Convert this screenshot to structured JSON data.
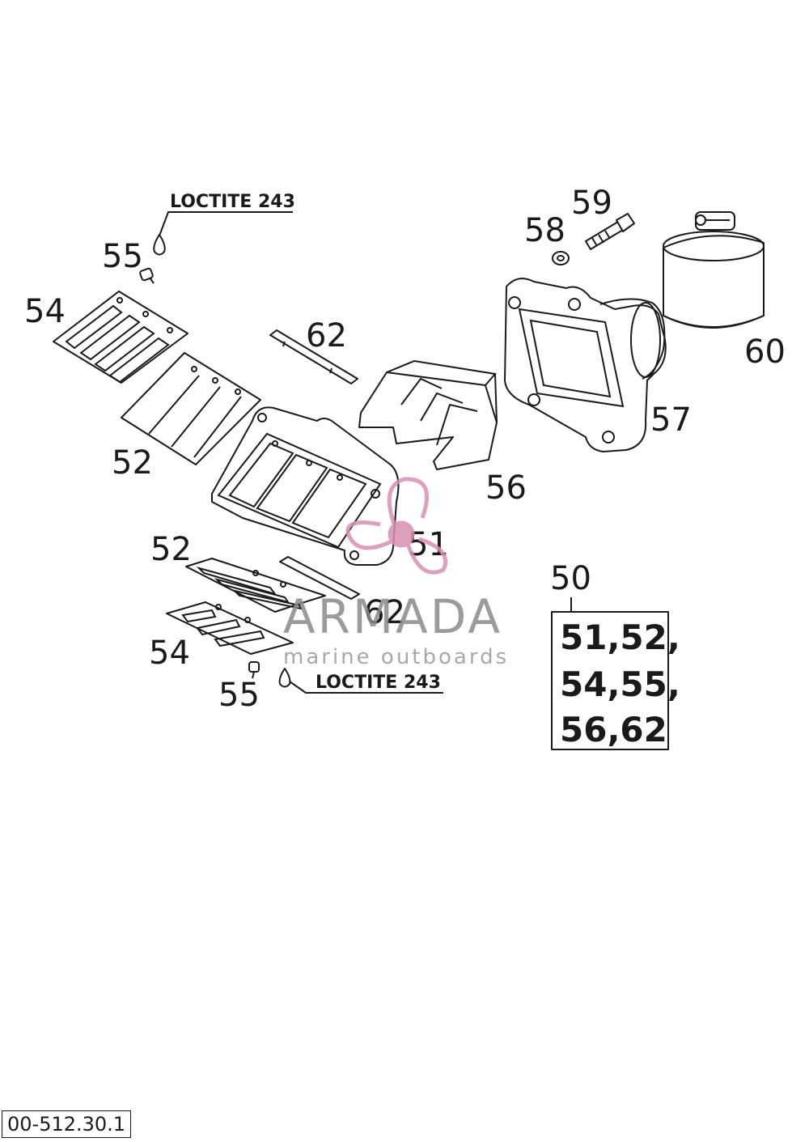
{
  "callouts": {
    "p51": "51",
    "p52a": "52",
    "p52b": "52",
    "p54a": "54",
    "p54b": "54",
    "p55a": "55",
    "p55b": "55",
    "p56": "56",
    "p57": "57",
    "p58": "58",
    "p59": "59",
    "p60": "60",
    "p62a": "62",
    "p62b": "62",
    "p50": "50"
  },
  "notes": {
    "loctite_top": "LOCTITE 243",
    "loctite_bottom": "LOCTITE 243"
  },
  "kit": {
    "line1": "51,52,",
    "line2": "54,55,",
    "line3": "56,62"
  },
  "watermark": {
    "brand": "ARMADA",
    "tagline": "marine outboards",
    "colors": {
      "propeller": "#d98fb3",
      "text": "#8a8a8a"
    }
  },
  "diagram_code": "00-512.30.1"
}
